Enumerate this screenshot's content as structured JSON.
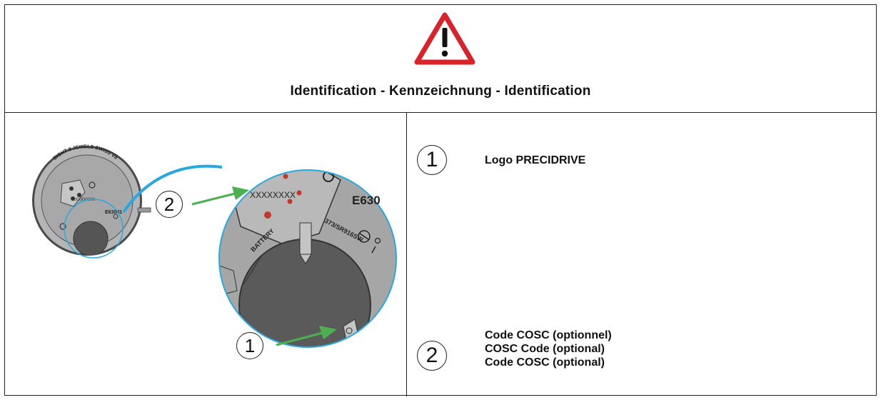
{
  "header": {
    "warning_icon": "warning-triangle-icon",
    "title": "Identification - Kennzeichnung - Identification"
  },
  "illustration": {
    "callout_1": "1",
    "callout_2": "2",
    "engraving_code": "XXXXXXXX",
    "engraving_code_small": "XXXXXXXX",
    "calibre": "E630",
    "calibre_small": "E63041",
    "battery_label": "BATTERY",
    "battery_type": "373/SR916SW",
    "movement_text": "EIGHT 8 JEWELS SWISS V8",
    "colors": {
      "accent_line": "#29a8e0",
      "arrow": "#4caf50",
      "warning_red": "#d8232a"
    }
  },
  "legend": {
    "items": [
      {
        "number": "1",
        "lines": [
          "Logo PRECIDRIVE"
        ]
      },
      {
        "number": "2",
        "lines": [
          "Code COSC (optionnel)",
          "COSC Code (optional)",
          "Code COSC (optional)"
        ]
      }
    ]
  }
}
